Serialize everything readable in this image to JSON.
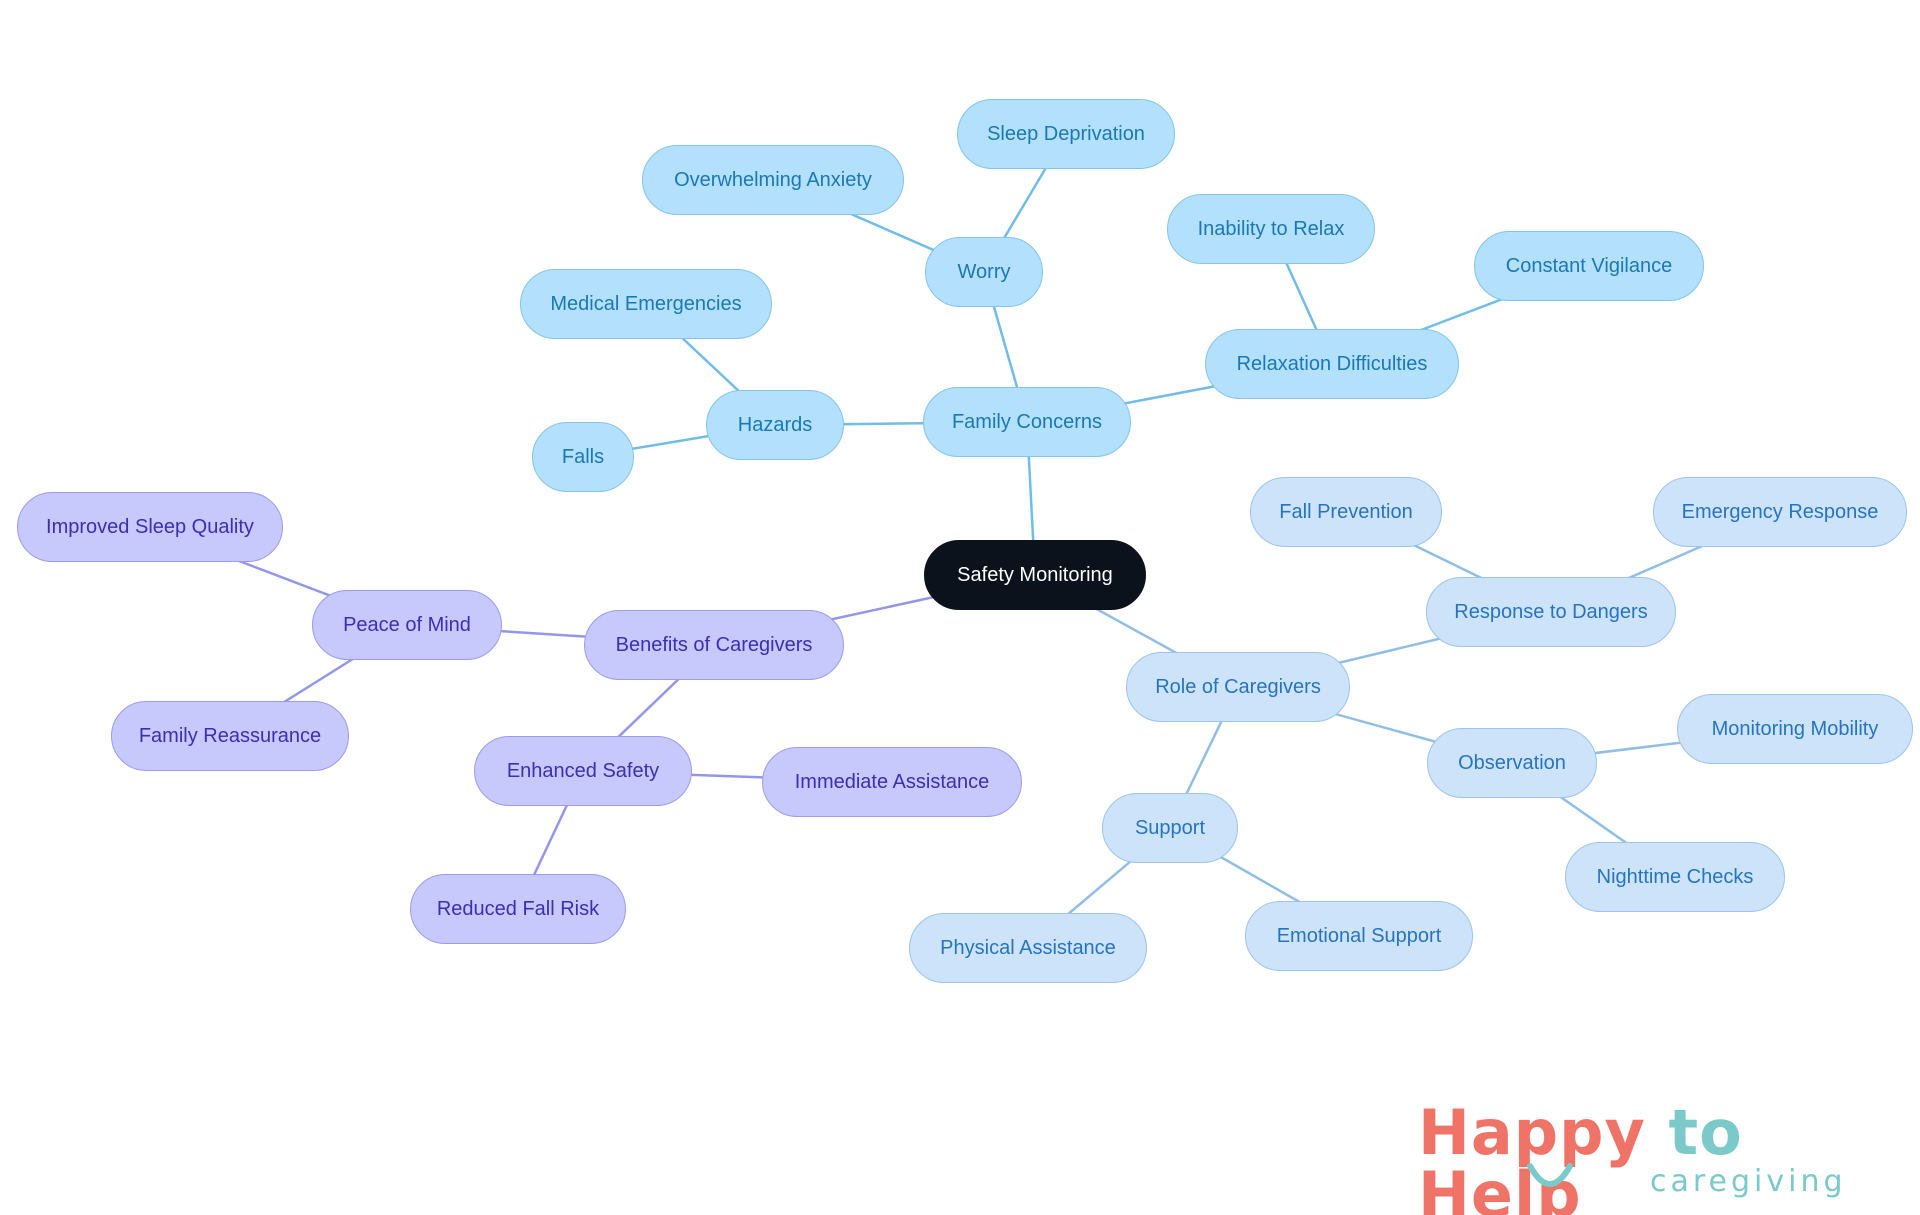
{
  "diagram": {
    "root": "Safety Monitoring",
    "nodes": [
      {
        "id": "root",
        "label": "Safety Monitoring",
        "group": "root"
      },
      {
        "id": "family-concerns",
        "label": "Family Concerns",
        "group": "fam",
        "parent": "root"
      },
      {
        "id": "worry",
        "label": "Worry",
        "group": "fam",
        "parent": "family-concerns"
      },
      {
        "id": "overwhelming-anxiety",
        "label": "Overwhelming Anxiety",
        "group": "fam",
        "parent": "worry"
      },
      {
        "id": "sleep-deprivation",
        "label": "Sleep Deprivation",
        "group": "fam",
        "parent": "worry"
      },
      {
        "id": "hazards",
        "label": "Hazards",
        "group": "fam",
        "parent": "family-concerns"
      },
      {
        "id": "medical-emergencies",
        "label": "Medical Emergencies",
        "group": "fam",
        "parent": "hazards"
      },
      {
        "id": "falls",
        "label": "Falls",
        "group": "fam",
        "parent": "hazards"
      },
      {
        "id": "relaxation-difficulties",
        "label": "Relaxation Difficulties",
        "group": "fam",
        "parent": "family-concerns"
      },
      {
        "id": "inability-to-relax",
        "label": "Inability to Relax",
        "group": "fam",
        "parent": "relaxation-difficulties"
      },
      {
        "id": "constant-vigilance",
        "label": "Constant Vigilance",
        "group": "fam",
        "parent": "relaxation-difficulties"
      },
      {
        "id": "role-of-caregivers",
        "label": "Role of Caregivers",
        "group": "role",
        "parent": "root"
      },
      {
        "id": "response-to-dangers",
        "label": "Response to Dangers",
        "group": "role",
        "parent": "role-of-caregivers"
      },
      {
        "id": "fall-prevention",
        "label": "Fall Prevention",
        "group": "role",
        "parent": "response-to-dangers"
      },
      {
        "id": "emergency-response",
        "label": "Emergency Response",
        "group": "role",
        "parent": "response-to-dangers"
      },
      {
        "id": "observation",
        "label": "Observation",
        "group": "role",
        "parent": "role-of-caregivers"
      },
      {
        "id": "monitoring-mobility",
        "label": "Monitoring Mobility",
        "group": "role",
        "parent": "observation"
      },
      {
        "id": "nighttime-checks",
        "label": "Nighttime Checks",
        "group": "role",
        "parent": "observation"
      },
      {
        "id": "support",
        "label": "Support",
        "group": "role",
        "parent": "role-of-caregivers"
      },
      {
        "id": "physical-assistance",
        "label": "Physical Assistance",
        "group": "role",
        "parent": "support"
      },
      {
        "id": "emotional-support",
        "label": "Emotional Support",
        "group": "role",
        "parent": "support"
      },
      {
        "id": "benefits-of-caregivers",
        "label": "Benefits of Caregivers",
        "group": "ben",
        "parent": "root"
      },
      {
        "id": "peace-of-mind",
        "label": "Peace of Mind",
        "group": "ben",
        "parent": "benefits-of-caregivers"
      },
      {
        "id": "improved-sleep-quality",
        "label": "Improved Sleep Quality",
        "group": "ben",
        "parent": "peace-of-mind"
      },
      {
        "id": "family-reassurance",
        "label": "Family Reassurance",
        "group": "ben",
        "parent": "peace-of-mind"
      },
      {
        "id": "enhanced-safety",
        "label": "Enhanced Safety",
        "group": "ben",
        "parent": "benefits-of-caregivers"
      },
      {
        "id": "immediate-assistance",
        "label": "Immediate Assistance",
        "group": "ben",
        "parent": "enhanced-safety"
      },
      {
        "id": "reduced-fall-risk",
        "label": "Reduced Fall Risk",
        "group": "ben",
        "parent": "enhanced-safety"
      }
    ],
    "colors": {
      "root_fill": "#0b121b",
      "family_fill": "#b3e0fc",
      "family_link": "#6fbde8",
      "role_fill": "#cde3fa",
      "role_link": "#8fbfe9",
      "benefits_fill": "#c7c8fb",
      "benefits_link": "#9396ec"
    }
  },
  "logo": {
    "line1_word1": "Happy",
    "line1_word2": "to",
    "line1_word3": "Help",
    "line2": "caregiving",
    "colors": {
      "coral": "#ef7467",
      "teal": "#7cc9c9"
    }
  }
}
